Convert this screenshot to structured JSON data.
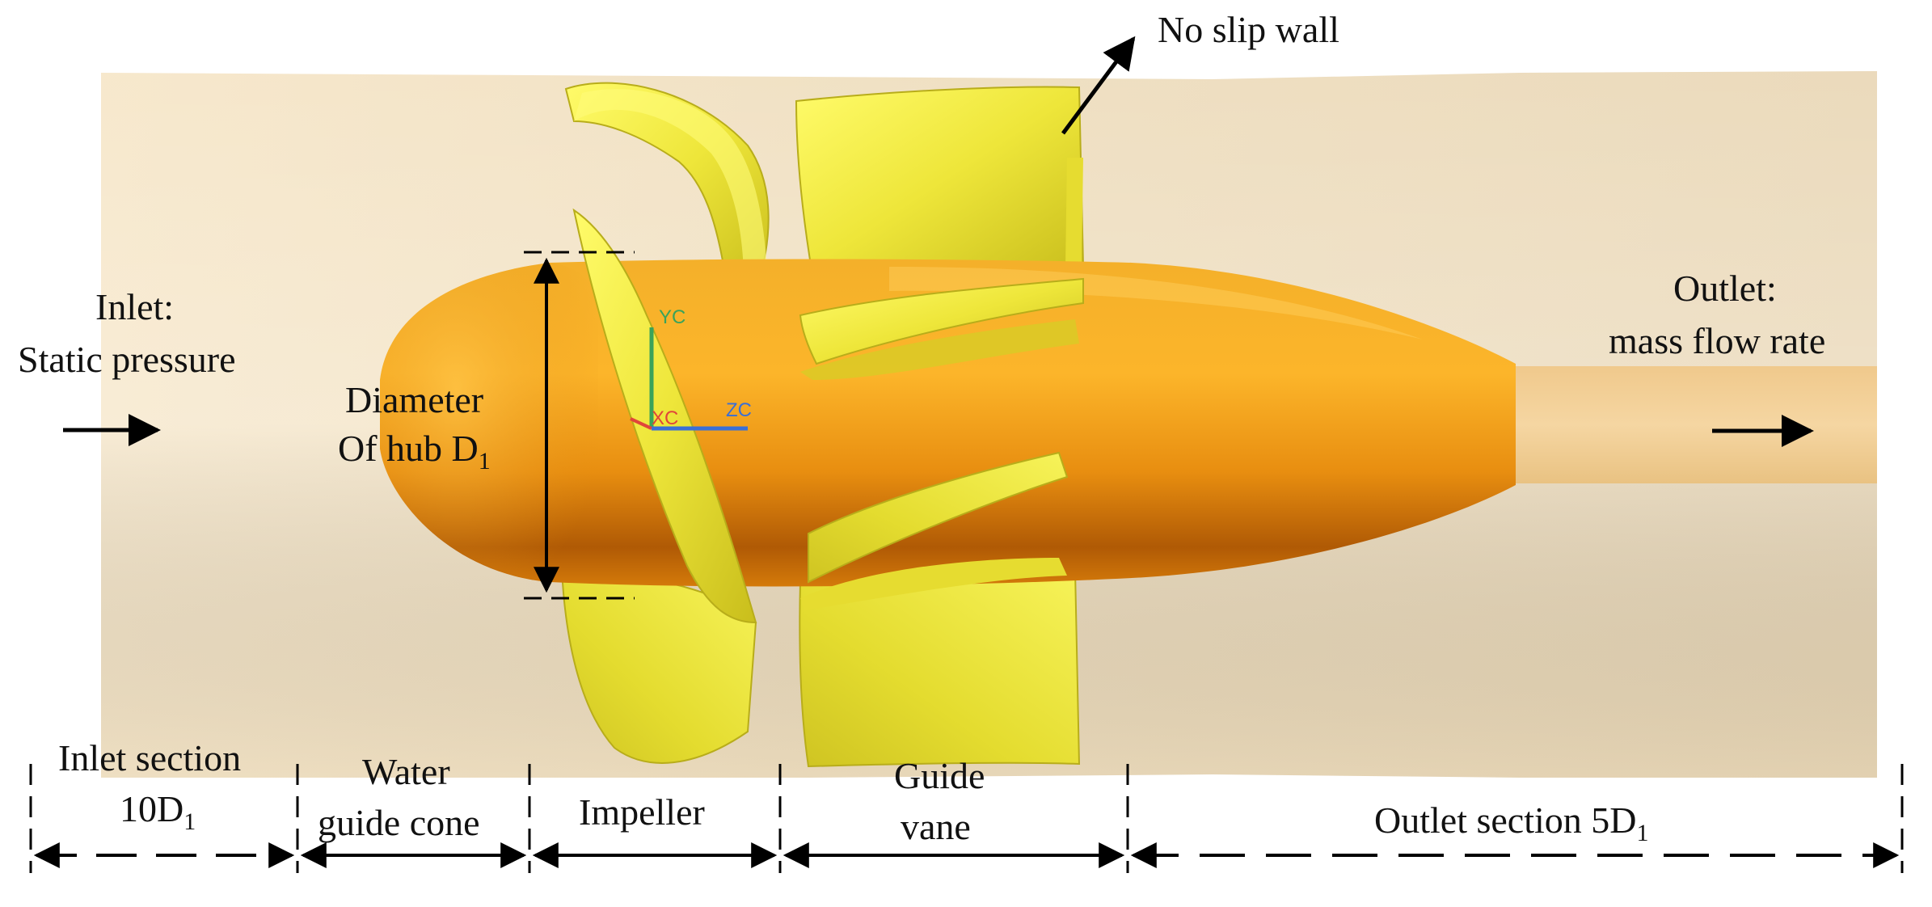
{
  "labels": {
    "wall": "No slip wall",
    "inlet_line1": "Inlet:",
    "inlet_line2": "Static pressure",
    "outlet_line1": "Outlet:",
    "outlet_line2": "mass flow rate",
    "diameter_line1": "Diameter",
    "diameter_line2": "Of hub D",
    "diameter_sub": "1"
  },
  "axes": {
    "y": "YC",
    "x": "XC",
    "z": "ZC"
  },
  "sections": {
    "inlet": {
      "line1": "Inlet section",
      "line2": "10D",
      "sub": "1"
    },
    "cone": {
      "line1": "Water",
      "line2": "guide cone"
    },
    "impeller": {
      "line1": "Impeller"
    },
    "vane": {
      "line1": "Guide",
      "line2": "vane"
    },
    "outlet": {
      "line1": "Outlet section 5D",
      "sub": "1"
    }
  },
  "colors": {
    "domain": "#ecdcbe",
    "hub": "#f2a219",
    "blade": "#eeea3a",
    "line": "#000000",
    "axis_y": "#3aa35a",
    "axis_x": "#e0463a",
    "axis_z": "#3a6fd6"
  }
}
